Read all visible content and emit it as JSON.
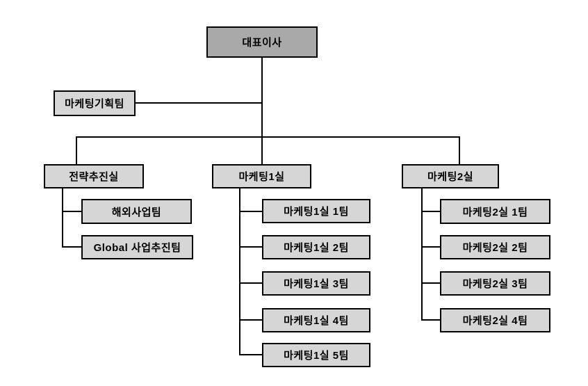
{
  "org": {
    "root": "대표이사",
    "staff": "마케팅기획팀",
    "divisions": [
      {
        "name": "전략추진실",
        "teams": [
          "해외사업팀",
          "Global 사업추진팀"
        ]
      },
      {
        "name": "마케팅1실",
        "teams": [
          "마케팅1실 1팀",
          "마케팅1실 2팀",
          "마케팅1실 3팀",
          "마케팅1실 4팀",
          "마케팅1실 5팀"
        ]
      },
      {
        "name": "마케팅2실",
        "teams": [
          "마케팅2실 1팀",
          "마케팅2실 2팀",
          "마케팅2실 3팀",
          "마케팅2실 4팀"
        ]
      }
    ]
  },
  "colors": {
    "background": "#ffffff",
    "root_fill": "#a9a9a9",
    "node_fill": "#d6d6d6",
    "border": "#000000",
    "line": "#000000"
  }
}
